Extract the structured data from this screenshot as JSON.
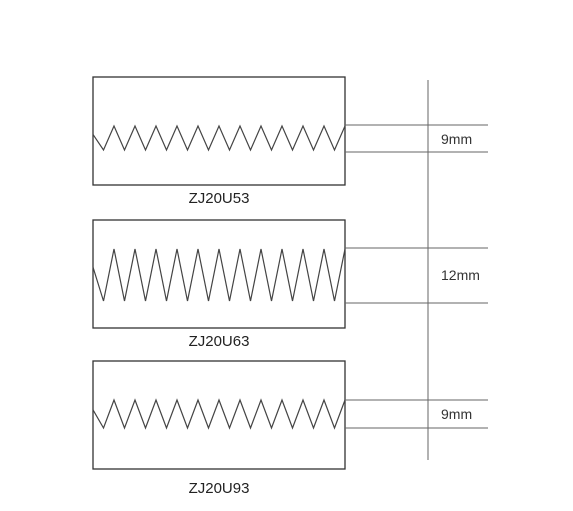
{
  "blades": [
    {
      "label": "ZJ20U53",
      "dimension": "9mm",
      "teeth": 12
    },
    {
      "label": "ZJ20U63",
      "dimension": "12mm",
      "teeth": 12
    },
    {
      "label": "ZJ20U93",
      "dimension": "9mm",
      "teeth": 12
    }
  ],
  "colors": {
    "stroke": "#333333",
    "background": "#ffffff"
  }
}
